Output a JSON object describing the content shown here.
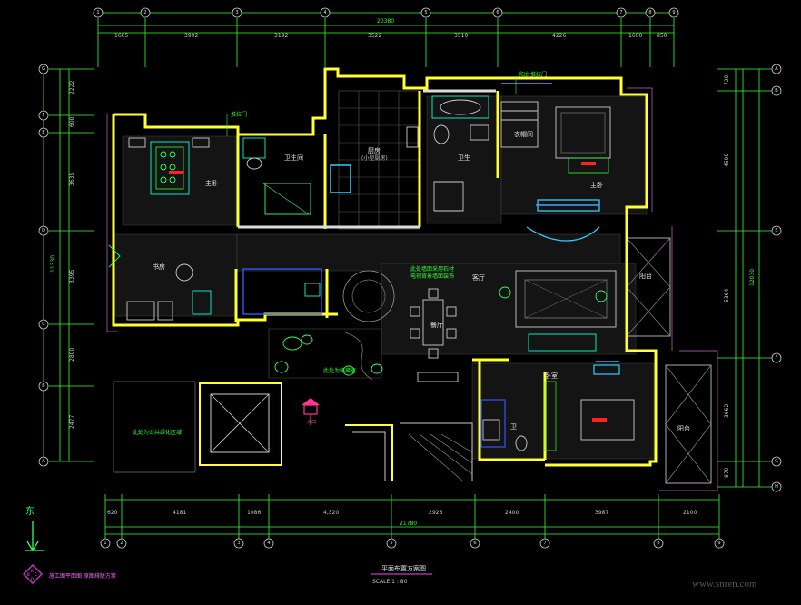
{
  "axes_top": {
    "labels": [
      "1",
      "2",
      "3",
      "4",
      "5",
      "6",
      "7",
      "8",
      "9"
    ],
    "total_dim": "20380",
    "dims": [
      "1605",
      "3992",
      "3192",
      "3522",
      "3510",
      "4226",
      "1600",
      "850"
    ]
  },
  "axes_bottom": {
    "labels": [
      "1",
      "2",
      "3",
      "4",
      "5",
      "6",
      "7",
      "8",
      "9"
    ],
    "total_dim": "21780",
    "dims": [
      "620",
      "4181",
      "1086",
      "4,320",
      "2926",
      "2400",
      "3987",
      "2100"
    ]
  },
  "axes_left": {
    "labels": [
      "G",
      "F",
      "E",
      "D",
      "C",
      "B",
      "A"
    ],
    "total_dim": "11330",
    "dims": [
      "2222",
      "600",
      "3635",
      "3395",
      "2800",
      "2477"
    ]
  },
  "axes_right": {
    "labels": [
      "A",
      "B",
      "E",
      "F",
      "G",
      "H"
    ],
    "total_dim": "12030",
    "dims": [
      "720",
      "4590",
      "5364",
      "3662",
      "870"
    ]
  },
  "rooms": {
    "bedroom_left": "主卧",
    "study_left": "书房",
    "bath_left": "卫生间",
    "kitchen": "厨房",
    "kitchen_sub": "(小型厨房)",
    "bath_top": "卫生",
    "dressing": "衣帽间",
    "master_bedroom": "主卧",
    "living_room": "客厅",
    "dining_room": "餐厅",
    "balcony_top": "阳台",
    "balcony_right": "阳台",
    "bedroom_right": "卧室",
    "bath_right": "卫",
    "entry": "入口",
    "garden_note": "此处为公共绿化区域",
    "storage_note": "此处为储藏室",
    "living_note_1": "此处墙面采用石材",
    "living_note_2": "电视背景墙面装饰",
    "callout_top": "阳台推拉门",
    "callout_left": "推拉门"
  },
  "plan_title": "平面布置方案图",
  "scale_label": "SCALE 1 : 80",
  "logo": {
    "compass_label": "东",
    "company": "施工图平面图 原图排版方案",
    "letters": [
      "A",
      "B",
      "C",
      "D"
    ]
  },
  "watermark": "www.snren.com",
  "colors": {
    "background": "#000000",
    "wall": "#ffff33",
    "dimension": "#33ff33",
    "furniture": "#00ffcc",
    "accent": "#ff2222",
    "title_underline": "#cc33cc"
  }
}
